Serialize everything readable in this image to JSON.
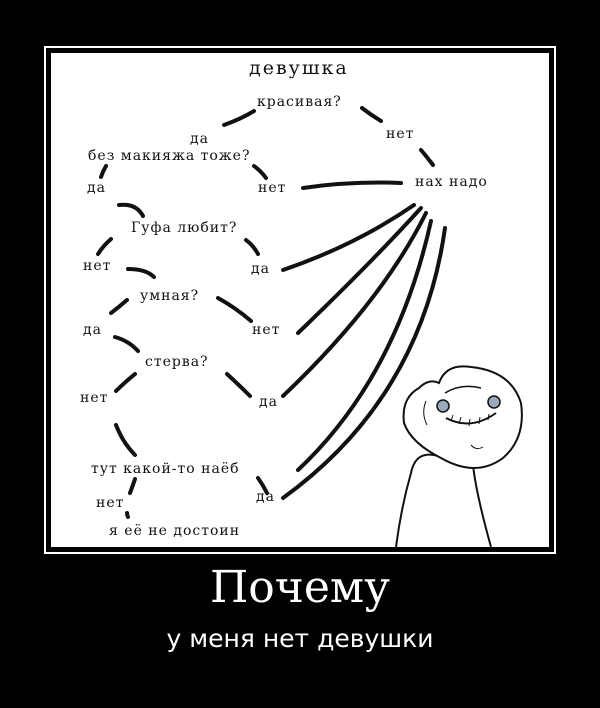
{
  "diagram": {
    "title": "девушка",
    "nodes": {
      "beautiful": "красивая?",
      "yes_1": "да",
      "no_1": "нет",
      "no_makeup": "без макияжа тоже?",
      "no_thanks": "нах надо",
      "yes_2": "да",
      "no_2": "нет",
      "loves_goofy": "Гуфа любит?",
      "no_3": "нет",
      "yes_3": "да",
      "smart": "умная?",
      "yes_4": "да",
      "no_4": "нет",
      "bitch": "стерва?",
      "no_5": "нет",
      "yes_5": "да",
      "scam": "тут какой-то наёб",
      "no_6": "нет",
      "yes_6": "да",
      "not_worthy": "я её не достоин"
    }
  },
  "caption": {
    "title": "Почему",
    "subtitle": "у меня нет девушки"
  },
  "colors": {
    "background": "#000000",
    "panel": "#ffffff",
    "ink": "#111111"
  }
}
